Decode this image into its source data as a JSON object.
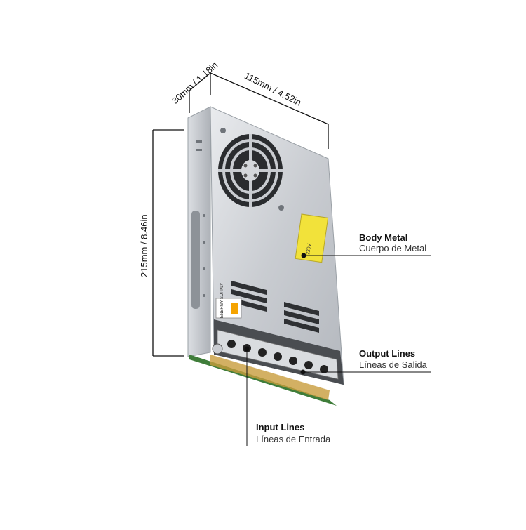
{
  "dimensions": {
    "depth": "30mm / 1.18in",
    "width": "115mm / 4.52in",
    "height": "215mm / 8.46in"
  },
  "callouts": {
    "body": {
      "title": "Body Metal",
      "subtitle": "Cuerpo de Metal"
    },
    "output": {
      "title": "Output Lines",
      "subtitle": "Líneas de Salida"
    },
    "input": {
      "title": "Input Lines",
      "subtitle": "Líneas de Entrada"
    }
  },
  "colors": {
    "lines": "#111111",
    "metal": "#c9ccd1",
    "warning_label": "#f2e23a",
    "pcb": "#3f7d3a"
  },
  "device": {
    "brand_text": "ENERGY SUPPLY",
    "warning_text": "220V"
  }
}
